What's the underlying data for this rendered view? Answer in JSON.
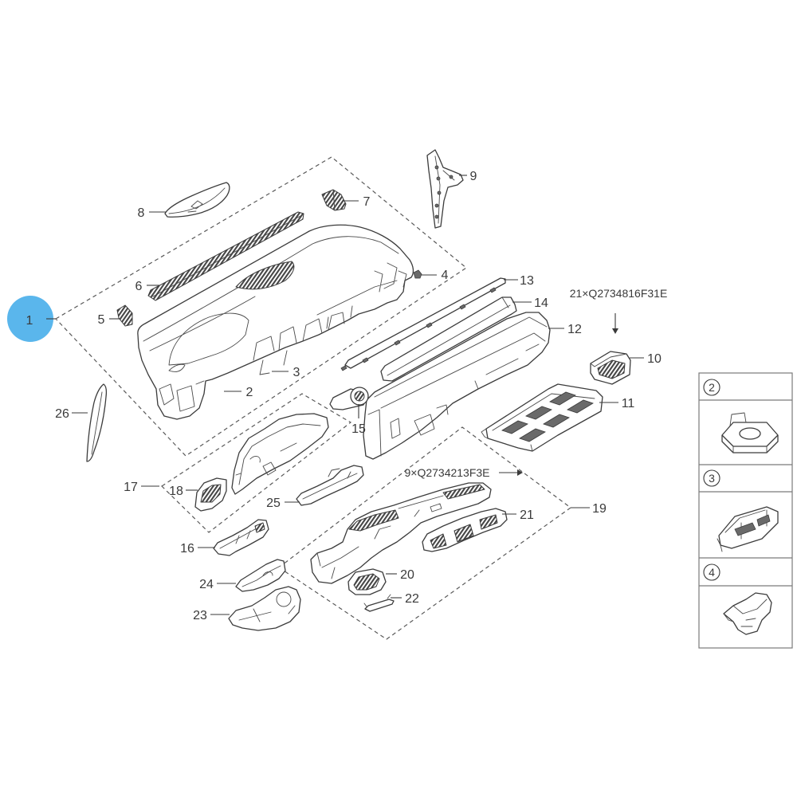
{
  "callouts": {
    "p1": "1",
    "p2": "2",
    "p3": "3",
    "p4": "4",
    "p5": "5",
    "p6": "6",
    "p7": "7",
    "p8": "8",
    "p9": "9",
    "p10": "10",
    "p11": "11",
    "p12": "12",
    "p13": "13",
    "p14": "14",
    "p15": "15",
    "p16": "16",
    "p17": "17",
    "p18": "18",
    "p19": "19",
    "p20": "20",
    "p21": "21",
    "p22": "22",
    "p23": "23",
    "p24": "24",
    "p25": "25",
    "p26": "26"
  },
  "notes": {
    "upper_fasteners": "21×Q2734816F31E",
    "lower_fasteners": "9×Q2734213F3E"
  },
  "legend": {
    "rows": [
      {
        "number": "2"
      },
      {
        "number": "3"
      },
      {
        "number": "4"
      }
    ]
  },
  "colors": {
    "highlight": "#5ab6ec",
    "line": "#3c3c3c"
  }
}
